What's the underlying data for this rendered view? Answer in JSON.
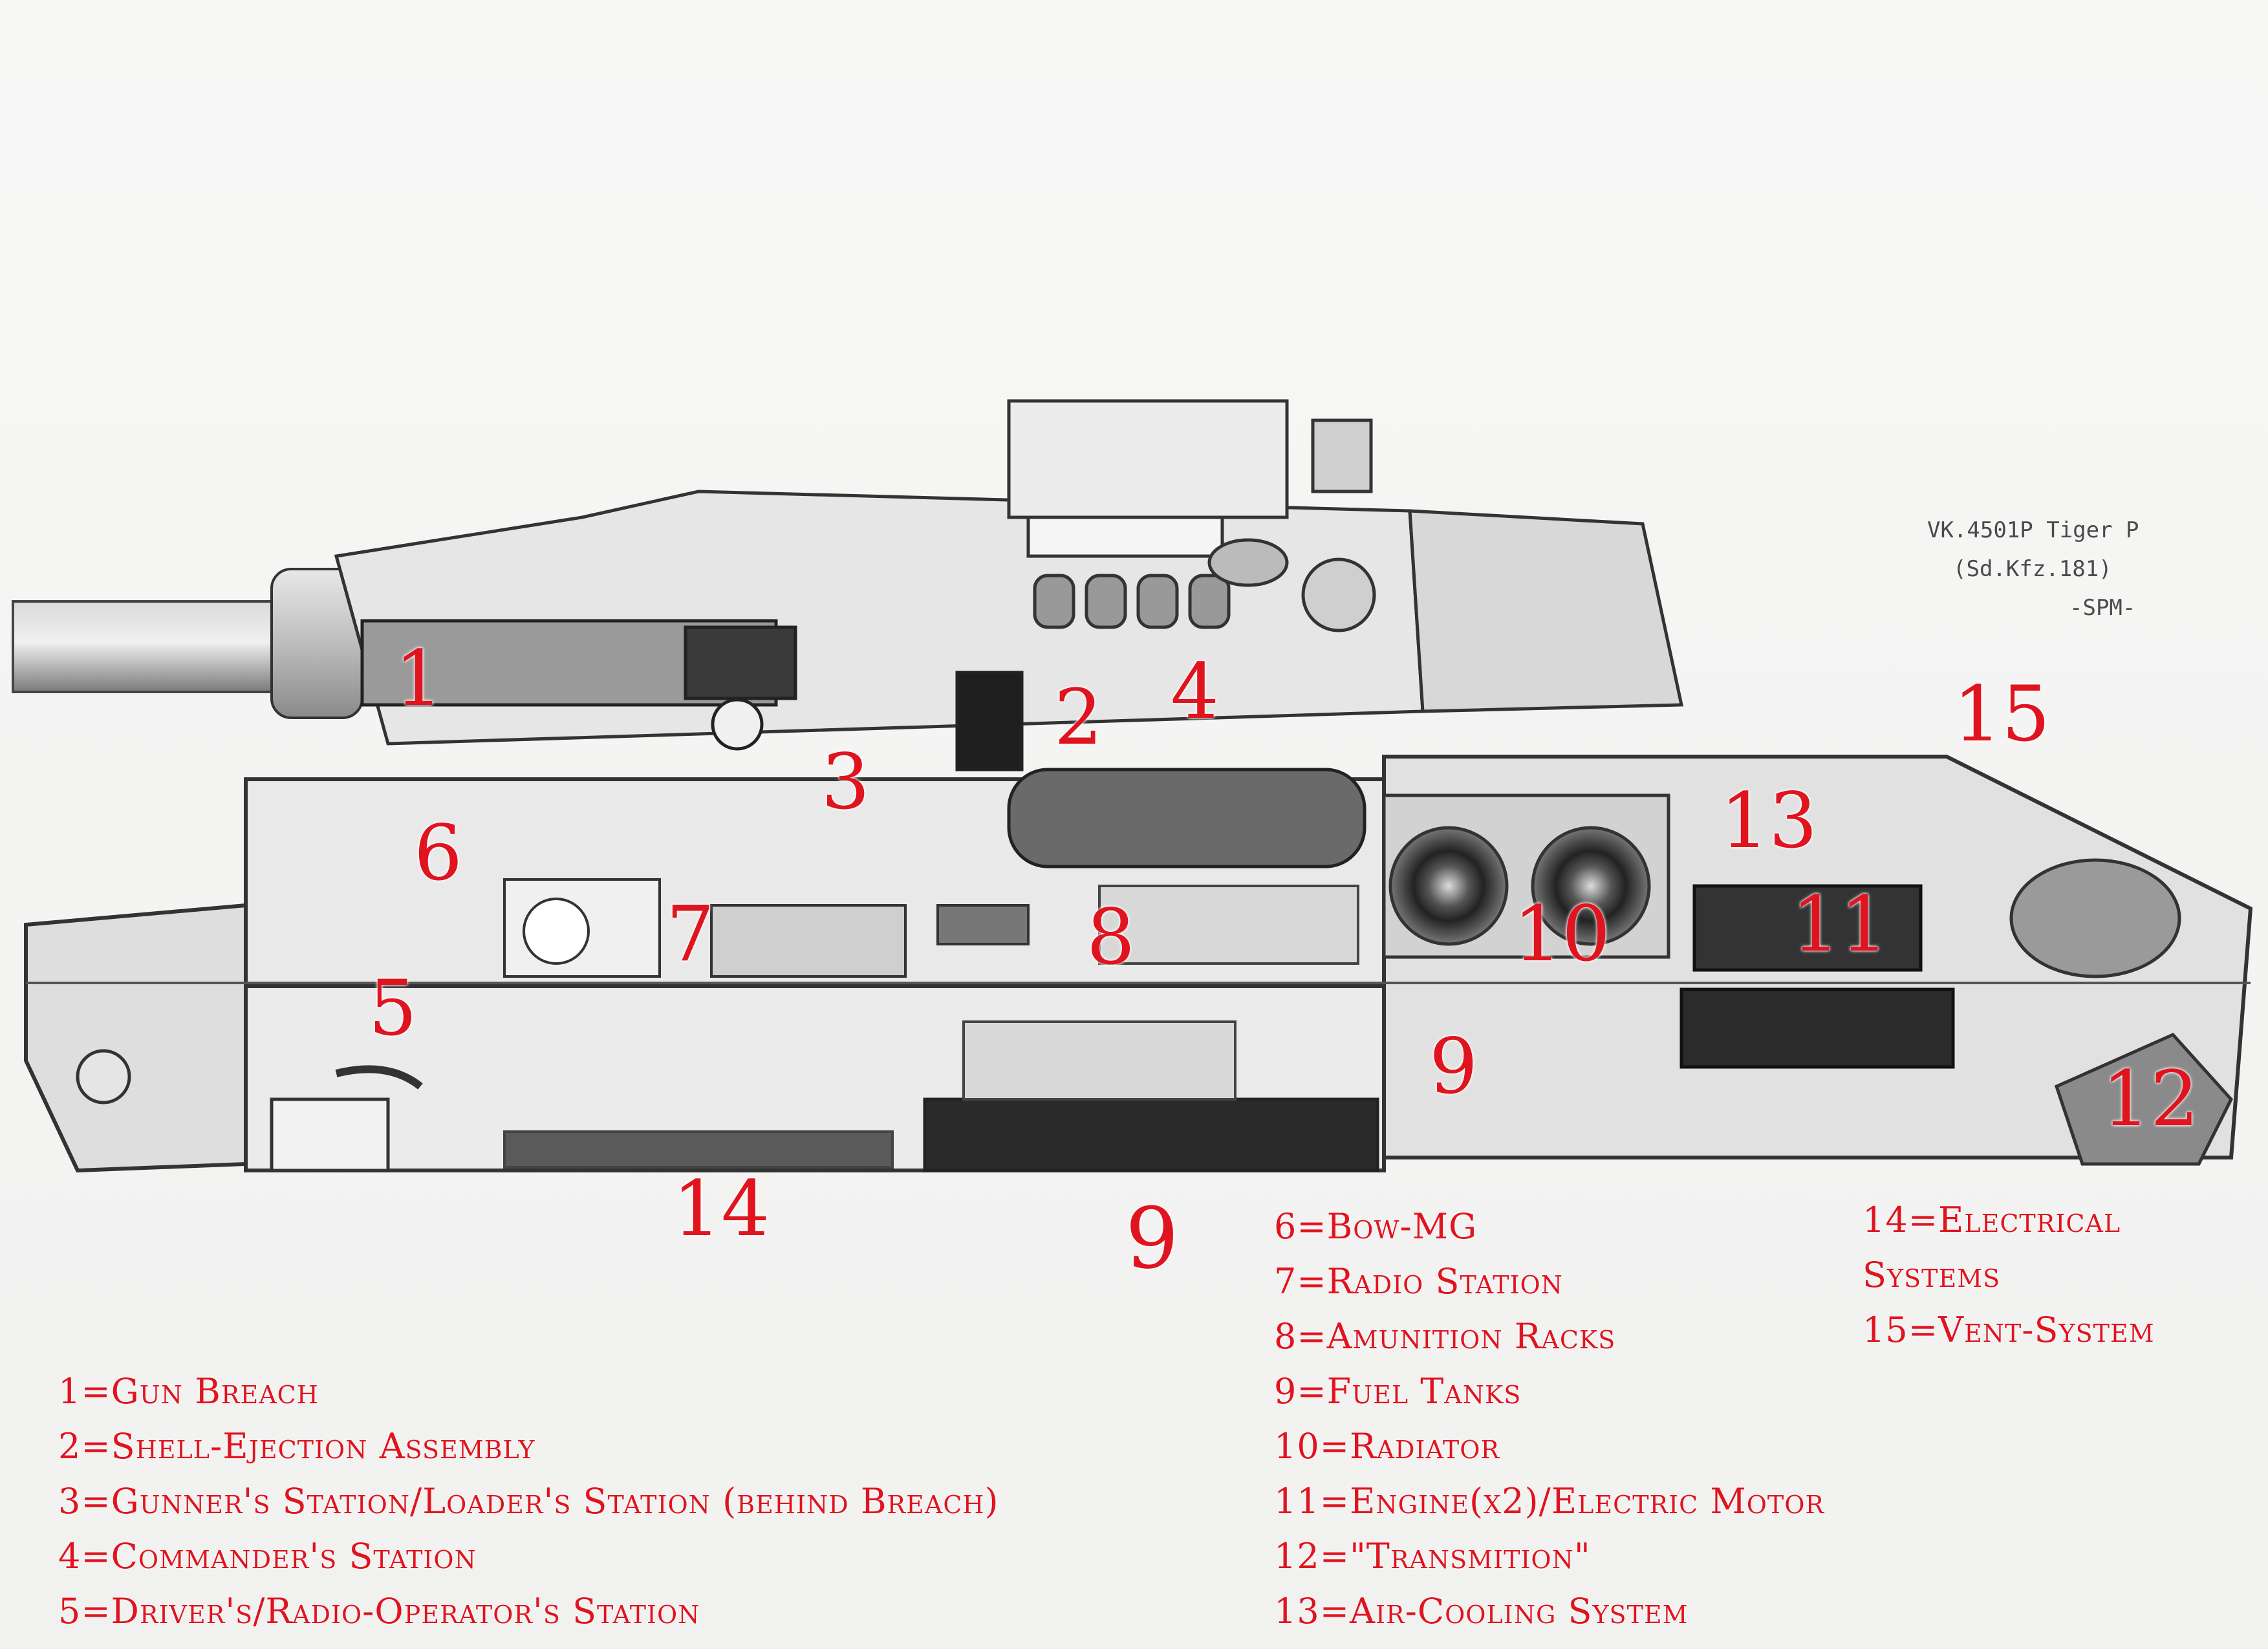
{
  "signature": {
    "line1": "VK.4501P Tiger P",
    "line2": "(Sd.Kfz.181)",
    "line3": "-SPM-"
  },
  "callouts": [
    "1",
    "2",
    "3",
    "4",
    "5",
    "6",
    "7",
    "8",
    "9",
    "10",
    "11",
    "12",
    "13",
    "14",
    "15",
    "9"
  ],
  "legend": {
    "left": [
      "1=Gun Breach",
      "2=Shell-Ejection Assembly",
      "3=Gunner's Station/Loader's Station (behind Breach)",
      "4=Commander's Station",
      "5=Driver's/Radio-Operator's Station"
    ],
    "middle": [
      "6=Bow-MG",
      "7=Radio Station",
      "8=Amunition Racks",
      "9=Fuel Tanks",
      "10=Radiator",
      "11=Engine(x2)/Electric Motor",
      "12=\"Transmition\"",
      "13=Air-Cooling System"
    ],
    "right": [
      "14=Electrical",
      "Systems",
      "15=Vent-System"
    ]
  },
  "colors": {
    "label_red": "#e0141f",
    "pencil": "#3a3a3a",
    "paper": "#f4f4f3"
  }
}
